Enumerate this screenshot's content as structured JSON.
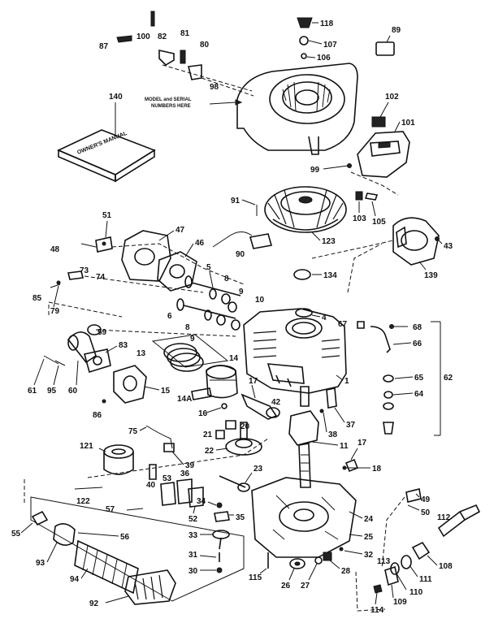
{
  "model_note": [
    "MODEL and SERIAL",
    "NUMBERS HERE"
  ],
  "manual_label": "OWNER'S MANUAL",
  "callouts": {
    "n118": "118",
    "n107": "107",
    "n106": "106",
    "n89": "89",
    "n100": "100",
    "n82": "82",
    "n81": "81",
    "n80": "80",
    "n87": "87",
    "n98": "98",
    "n140": "140",
    "n102": "102",
    "n101": "101",
    "n99": "99",
    "n103": "103",
    "n105": "105",
    "n91": "91",
    "n123": "123",
    "n51": "51",
    "n47": "47",
    "n48": "48",
    "n46": "46",
    "n90": "90",
    "n43": "43",
    "n139": "139",
    "n73": "73",
    "n74": "74",
    "n85": "85",
    "n79": "79",
    "n5": "5",
    "n8a": "8",
    "n9a": "9",
    "n134": "134",
    "n10": "10",
    "n6": "6",
    "n8b": "8",
    "n9b": "9",
    "n4": "4",
    "n67": "67",
    "n68": "68",
    "n66": "66",
    "n59": "59",
    "n83": "83",
    "n13": "13",
    "n14": "14",
    "n65": "65",
    "n62": "62",
    "n61": "61",
    "n95": "95",
    "n60": "60",
    "n15": "15",
    "n14a": "14A",
    "n17a": "17",
    "n1": "1",
    "n64": "64",
    "n86": "86",
    "n16": "16",
    "n42": "42",
    "n37": "37",
    "n75": "75",
    "n21": "21",
    "n20": "20",
    "n38": "38",
    "n11": "11",
    "n17b": "17",
    "n22": "22",
    "n39": "39",
    "n121": "121",
    "n23": "23",
    "n18": "18",
    "n40": "40",
    "n53": "53",
    "n36": "36",
    "n122": "122",
    "n57": "57",
    "n34": "34",
    "n49": "49",
    "n50": "50",
    "n112": "112",
    "n35": "35",
    "n52": "52",
    "n24": "24",
    "n55": "55",
    "n56": "56",
    "n33": "33",
    "n25": "25",
    "n93": "93",
    "n31": "31",
    "n32": "32",
    "n113": "113",
    "n108": "108",
    "n94": "94",
    "n30": "30",
    "n115": "115",
    "n26": "26",
    "n27": "27",
    "n28": "28",
    "n111": "111",
    "n110": "110",
    "n109": "109",
    "n92": "92",
    "n114": "114"
  }
}
